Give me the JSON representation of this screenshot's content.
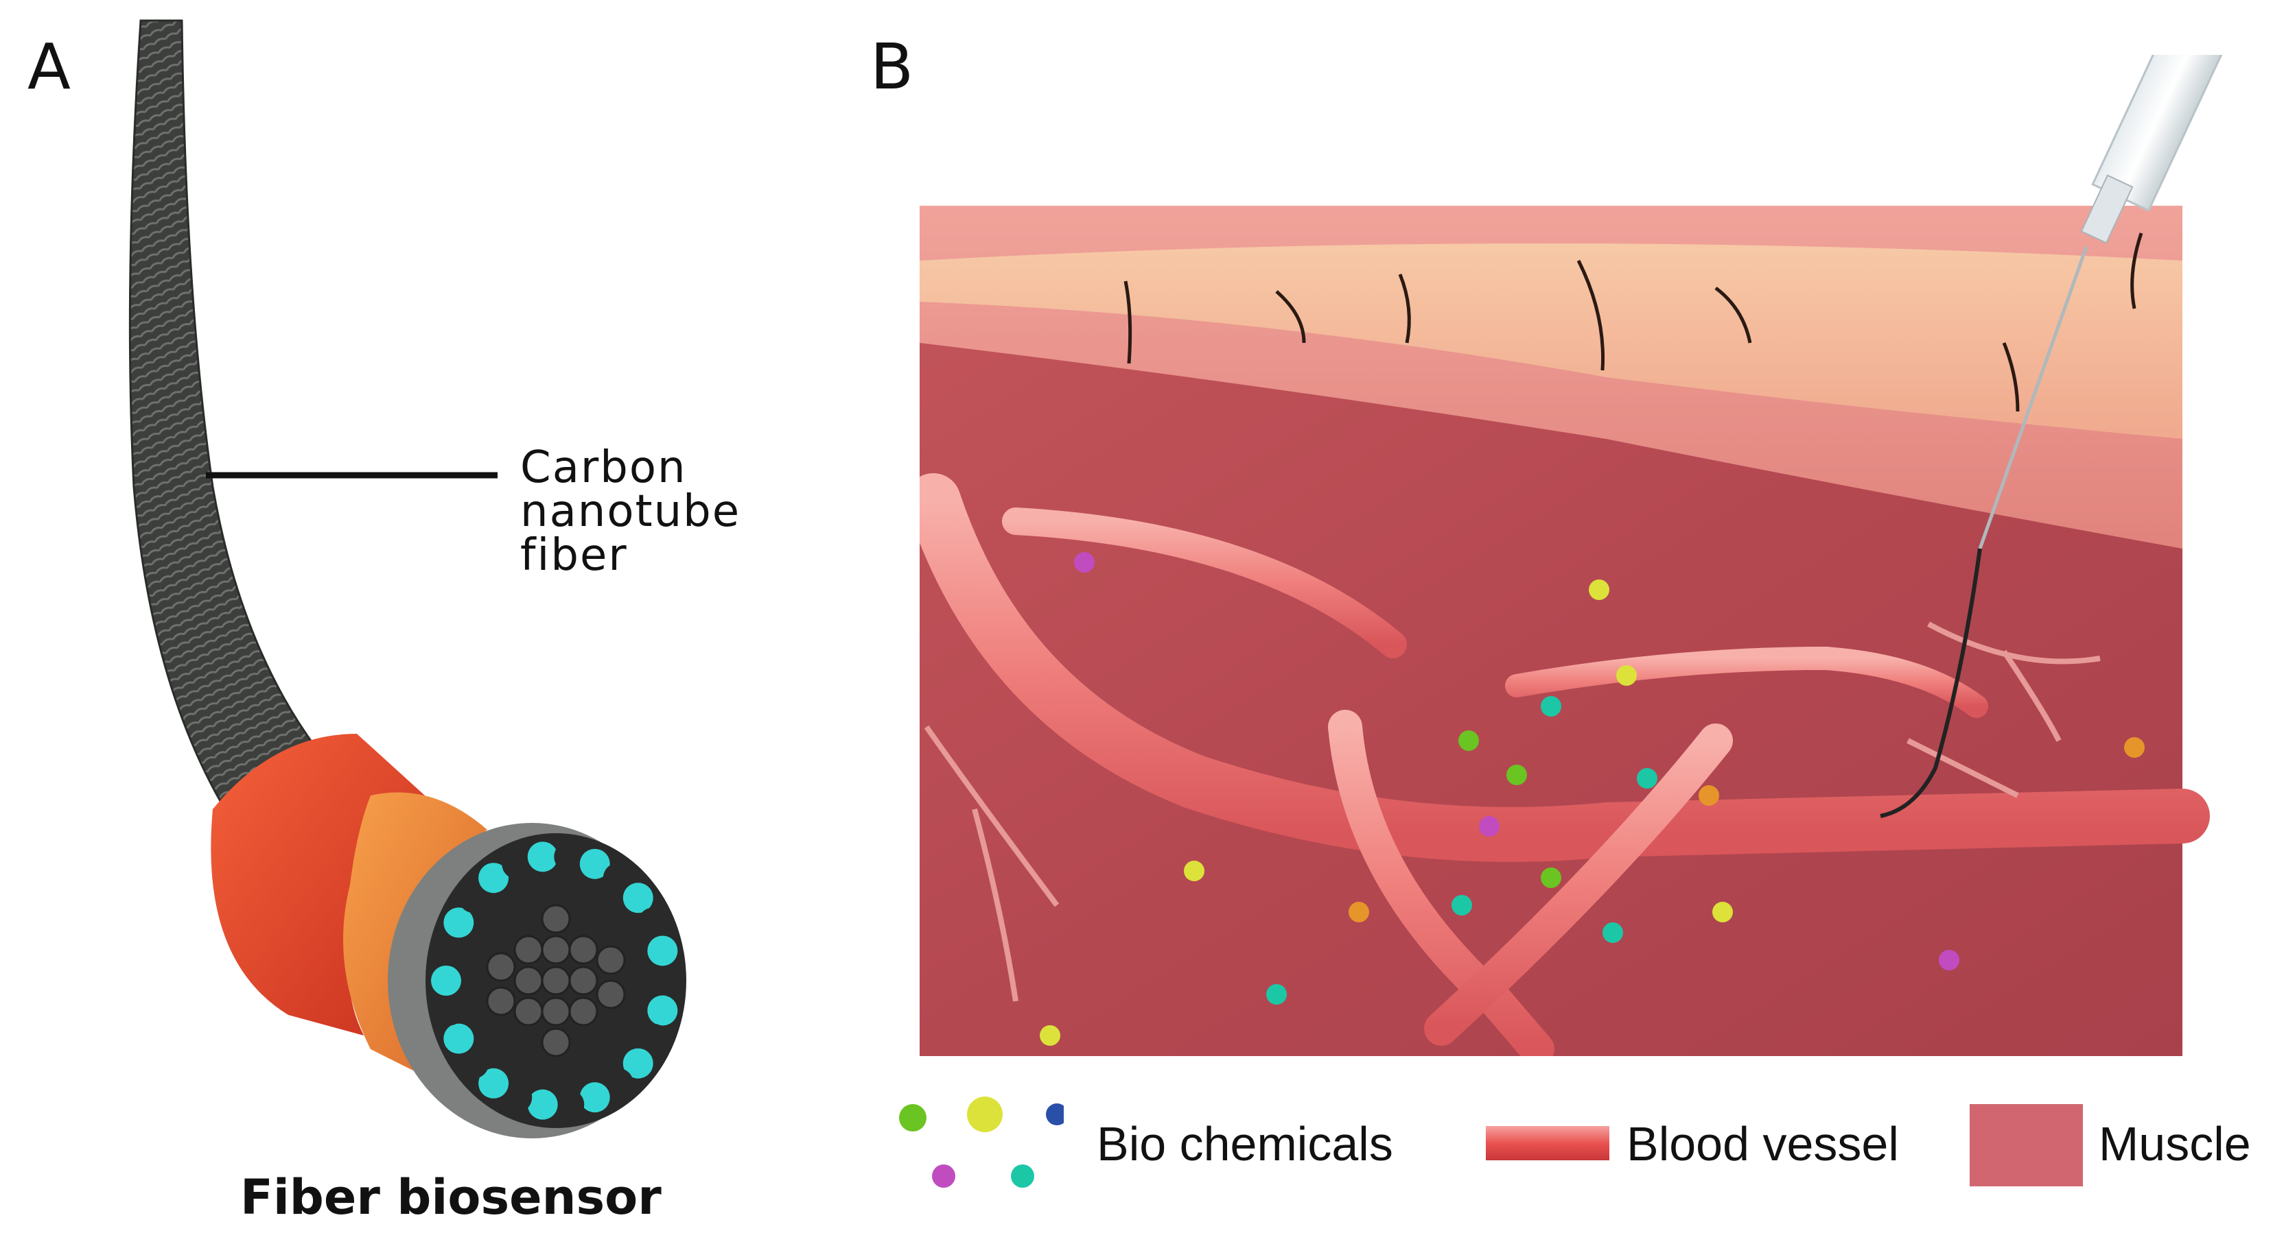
{
  "panel_a": {
    "label": "A",
    "callout_lines": [
      "Carbon",
      "nanotube",
      "fiber"
    ],
    "caption": "Fiber biosensor"
  },
  "panel_b": {
    "label": "B"
  },
  "legend": {
    "biochemicals": "Bio chemicals",
    "blood_vessel": "Blood vessel",
    "muscle": "Muscle"
  },
  "colors": {
    "fiber_dark": "#3c3f3c",
    "sheath_red": "#e8452a",
    "sheath_orange": "#ef8a3a",
    "cyan_strands": "#33d6d4",
    "skin": "#f5c4a3",
    "muscle": "#b84a52",
    "vessel": "#f08a8a",
    "dot_green": "#6ac421",
    "dot_yellow": "#dce23a",
    "dot_blue": "#2a4fa8",
    "dot_magenta": "#c04cc0",
    "dot_teal": "#1cc7a6"
  }
}
